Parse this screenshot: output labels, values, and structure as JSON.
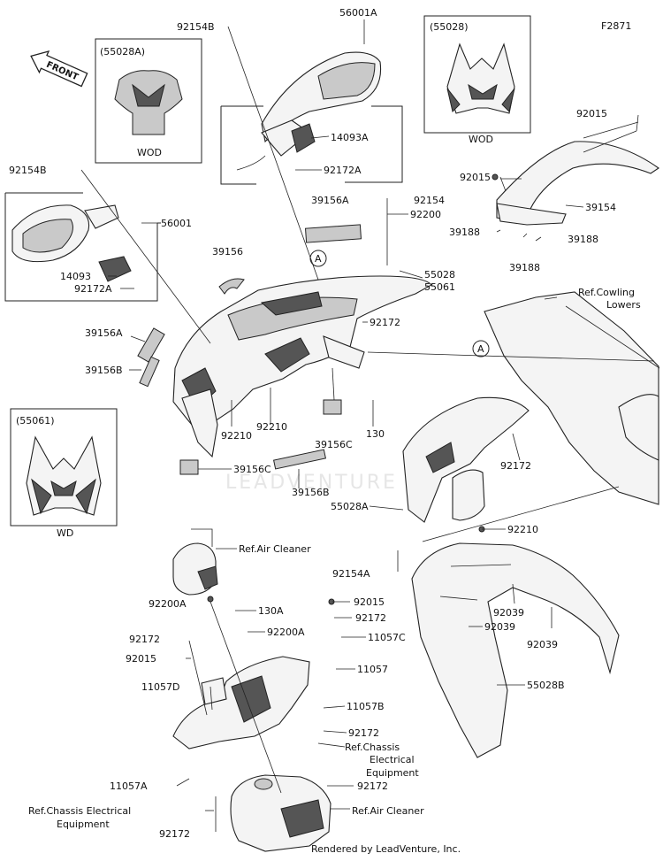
{
  "diagram_code": "F2871",
  "front_arrow": "FRONT",
  "footer": "Rendered by LeadVenture, Inc.",
  "watermark": "LEADVENTURE",
  "insets": {
    "a": {
      "code": "(55028A)",
      "caption": "WOD"
    },
    "b": {
      "code": "(55028)",
      "caption": "WOD"
    },
    "c": {
      "code": "(55061)",
      "caption": "WD"
    }
  },
  "labels": {
    "l_92154B_top": "92154B",
    "l_56001A": "56001A",
    "l_14093A": "14093A",
    "l_92172A_top": "92172A",
    "l_92015_top": "92015",
    "l_92015_b": "92015",
    "l_39154": "39154",
    "l_39188_a": "39188",
    "l_39188_b": "39188",
    "l_39188_c": "39188",
    "l_92154B_left": "92154B",
    "l_56001": "56001",
    "l_14093": "14093",
    "l_92172A_left": "92172A",
    "l_39156A_top": "39156A",
    "l_92154": "92154",
    "l_92200": "92200",
    "l_39156": "39156",
    "l_55028": "55028",
    "l_55061": "55061",
    "l_ref_cowling_1": "Ref.Cowling",
    "l_ref_cowling_2": "Lowers",
    "l_39156A_left": "39156A",
    "l_92172_mid": "92172",
    "l_39156B_left": "39156B",
    "l_92210_a": "92210",
    "l_92210_b": "92210",
    "l_39156C_mid": "39156C",
    "l_130": "130",
    "l_92172_right": "92172",
    "l_39156C_left": "39156C",
    "l_39156B_bottom": "39156B",
    "l_55028A": "55028A",
    "l_92210_c": "92210",
    "l_ref_air_cleaner_top": "Ref.Air Cleaner",
    "l_92154A": "92154A",
    "l_92200A_left": "92200A",
    "l_130A": "130A",
    "l_92015_c": "92015",
    "l_92172_c": "92172",
    "l_92200A_mid": "92200A",
    "l_11057C": "11057C",
    "l_92039_a": "92039",
    "l_92039_b": "92039",
    "l_92039_c": "92039",
    "l_92172_left2": "92172",
    "l_92015_left": "92015",
    "l_11057": "11057",
    "l_11057D": "11057D",
    "l_55028B": "55028B",
    "l_11057B": "11057B",
    "l_92172_d": "92172",
    "l_ref_chassis_1": "Ref.Chassis",
    "l_ref_chassis_2": "Electrical",
    "l_ref_chassis_3": "Equipment",
    "l_11057A": "11057A",
    "l_92172_e": "92172",
    "l_ref_chassis_left_1": "Ref.Chassis Electrical",
    "l_ref_chassis_left_2": "Equipment",
    "l_ref_air_cleaner_bottom": "Ref.Air Cleaner",
    "l_92172_bottom": "92172",
    "l_A_1": "A",
    "l_A_2": "A"
  }
}
